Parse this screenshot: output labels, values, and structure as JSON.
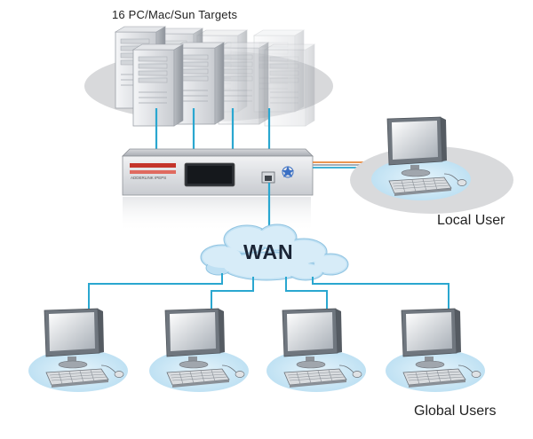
{
  "labels": {
    "targets": "16 PC/Mac/Sun Targets",
    "local_user": "Local User",
    "wan": "WAN",
    "global_users": "Global Users"
  },
  "device": {
    "brand_text": "ADDERLINK IPEPS"
  },
  "colors": {
    "cable_blue": "#2aa7d0",
    "cable_orange": "#e8873a",
    "cable_gray": "#9aa3ad",
    "cloud_blue": "#bfe0f3",
    "shadow_gray": "#d9dadc",
    "user_halo": "#cfe8f6"
  }
}
